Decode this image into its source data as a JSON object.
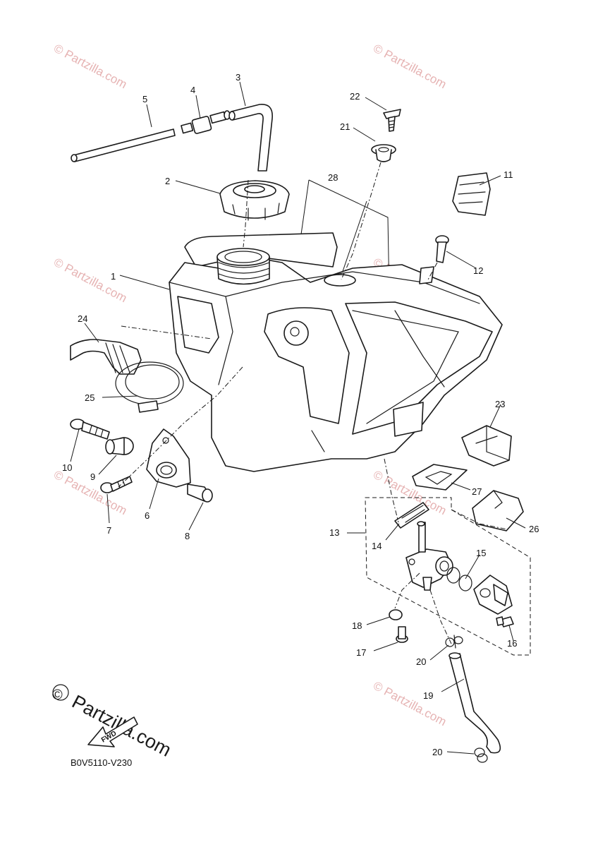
{
  "diagram": {
    "code": "B0V5110-V230",
    "fwd_label": "FWD",
    "watermark": "© Partzilla.com",
    "watermark_copyright": "©",
    "watermark_brand": "Partzilla.com",
    "callouts": [
      "1",
      "2",
      "3",
      "4",
      "5",
      "6",
      "7",
      "8",
      "9",
      "10",
      "11",
      "12",
      "13",
      "14",
      "15",
      "16",
      "17",
      "18",
      "19",
      "20",
      "20",
      "21",
      "22",
      "23",
      "24",
      "25",
      "26",
      "27",
      "28"
    ]
  }
}
